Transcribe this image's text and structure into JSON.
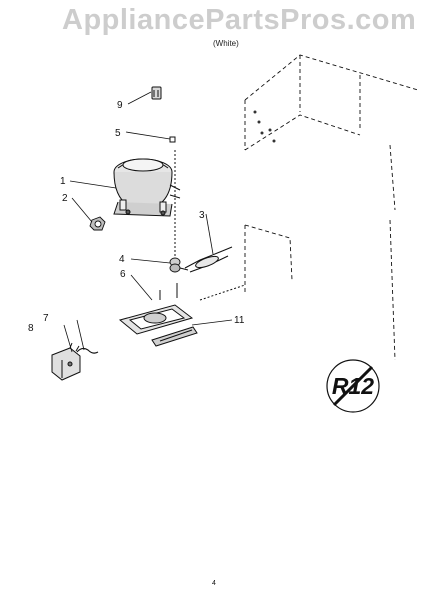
{
  "watermark": "AppliancePartsPros.com",
  "header": {
    "title": "",
    "subtitle": "",
    "subtitle2": "(White)"
  },
  "callouts": [
    "1",
    "2",
    "3",
    "4",
    "5",
    "6",
    "7",
    "8",
    "9",
    "11"
  ],
  "badge_text": "R12",
  "footer": {
    "page": "4",
    "figure_number": ""
  },
  "colors": {
    "line": "#111111",
    "watermark": "#bdbdbd"
  }
}
